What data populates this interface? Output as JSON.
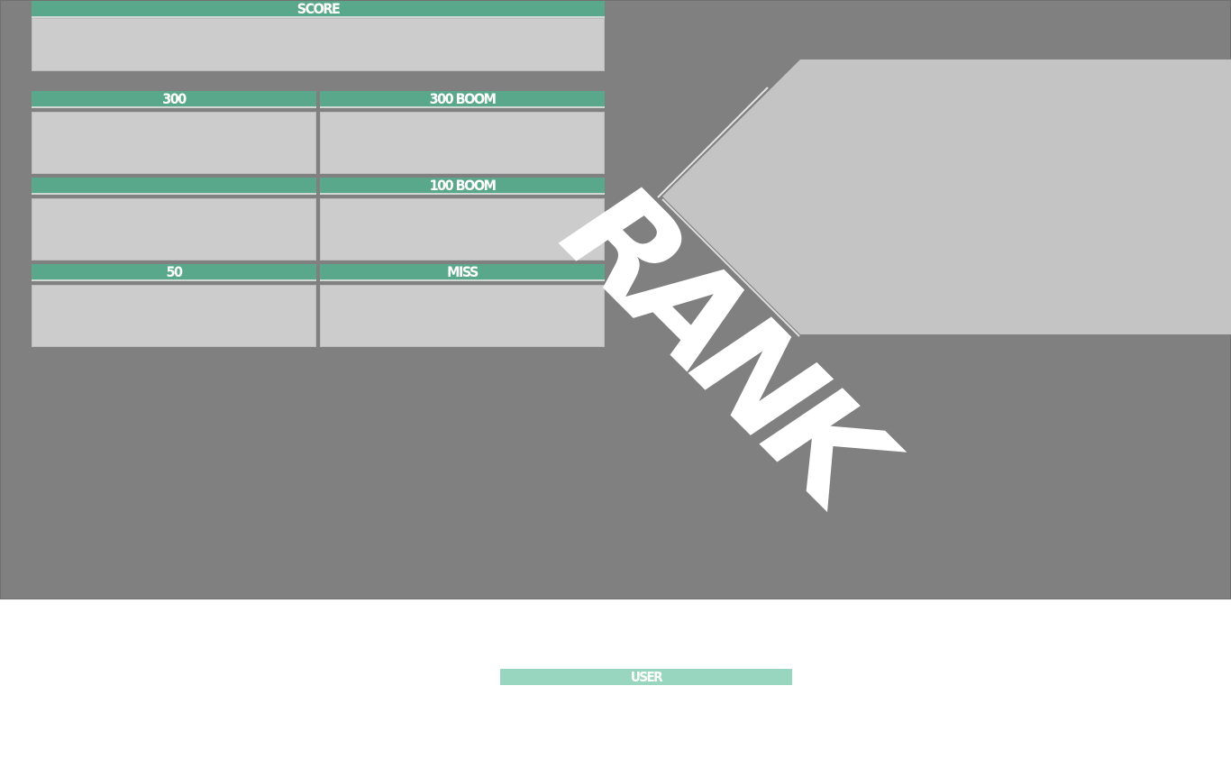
{
  "colors": {
    "background": "#808080",
    "header": "#5aa88c",
    "panel": "#cccccc",
    "rank_panel": "#c4c4c4",
    "user_label": "#98d6c0",
    "text": "#ffffff"
  },
  "score": {
    "label": "SCORE",
    "value": ""
  },
  "judgements": {
    "great": {
      "label": "300",
      "value": ""
    },
    "great_boom": {
      "label": "300 BOOM",
      "value": ""
    },
    "good": {
      "label": "",
      "value": ""
    },
    "good_boom": {
      "label": "100 BOOM",
      "value": ""
    },
    "meh": {
      "label": "50",
      "value": ""
    },
    "miss": {
      "label": "MISS",
      "value": ""
    }
  },
  "rank": {
    "label": "RANK",
    "value": ""
  },
  "user": {
    "label": "USER"
  }
}
